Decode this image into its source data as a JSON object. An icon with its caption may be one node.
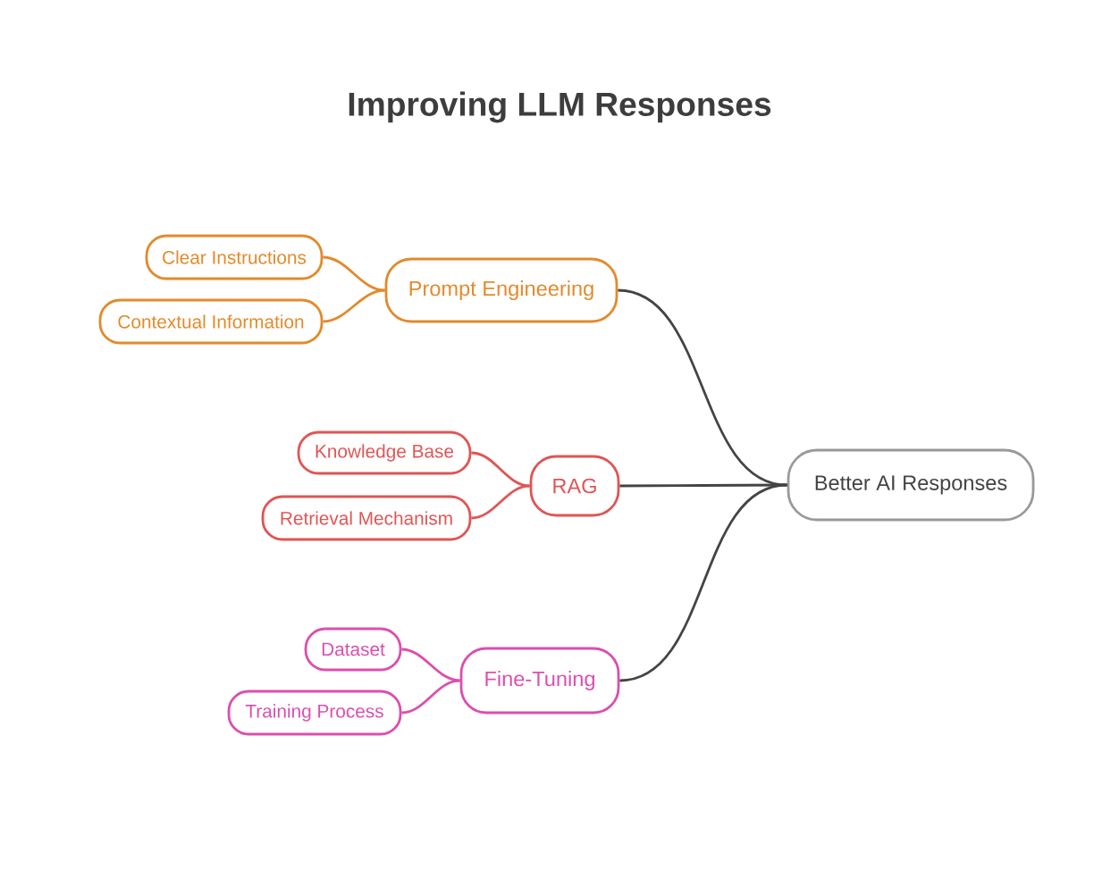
{
  "diagram": {
    "title": "Improving LLM Responses",
    "nodes": [
      {
        "text": [
          "Clear Instructions"
        ]
      },
      {
        "text": [
          "Prompt Engineering"
        ]
      },
      {
        "text": [
          "Contextual Information"
        ]
      },
      {
        "text": [
          "Knowledge Base"
        ]
      },
      {
        "text": [
          "RAG"
        ]
      },
      {
        "text": [
          "Retrieval Mechanism"
        ]
      },
      {
        "text": [
          "Dataset"
        ]
      },
      {
        "text": [
          "Fine-Tuning"
        ]
      },
      {
        "text": [
          "Training Process"
        ]
      },
      {
        "text": [
          "Better AI Responses"
        ]
      }
    ],
    "edges": [
      {
        "from": 0,
        "to": 1,
        "arrow": "none",
        "color": "#e38a2b"
      },
      {
        "from": 2,
        "to": 1,
        "arrow": "none",
        "color": "#e38a2b"
      },
      {
        "from": 3,
        "to": 4,
        "arrow": "none",
        "color": "#e05555"
      },
      {
        "from": 5,
        "to": 4,
        "arrow": "none",
        "color": "#e05555"
      },
      {
        "from": 6,
        "to": 7,
        "arrow": "none",
        "color": "#db4fae"
      },
      {
        "from": 8,
        "to": 7,
        "arrow": "none",
        "color": "#db4fae"
      },
      {
        "from": 1,
        "to": 9,
        "arrow": "none"
      },
      {
        "from": 4,
        "to": 9,
        "arrow": "none"
      },
      {
        "from": 7,
        "to": 9,
        "arrow": "none"
      }
    ]
  }
}
